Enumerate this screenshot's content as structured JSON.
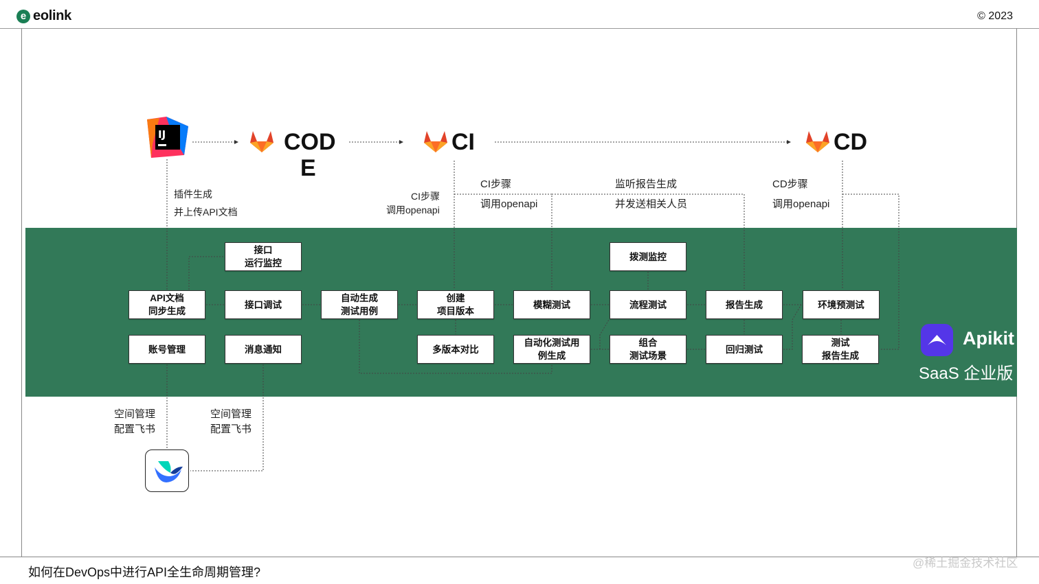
{
  "header": {
    "logo_mark": "e",
    "logo_text": "eolink",
    "copyright": "© 2023"
  },
  "pipeline": {
    "code_label_line1": "COD",
    "code_label_line2": "E",
    "ci_label": "CI",
    "cd_label": "CD"
  },
  "annotations": {
    "plugin_line1": "插件生成",
    "plugin_line2": "并上传API文档",
    "ci_steps_a_line1": "CI步骤",
    "ci_steps_a_line2": "调用openapi",
    "ci_steps_b_line1": "CI步骤",
    "ci_steps_b_line2": "调用openapi",
    "monitor_line1": "监听报告生成",
    "monitor_line2": "并发送相关人员",
    "cd_steps_line1": "CD步骤",
    "cd_steps_line2": "调用openapi",
    "space_a_line1": "空间管理",
    "space_a_line2": "配置飞书",
    "space_b_line1": "空间管理",
    "space_b_line2": "配置飞书"
  },
  "boxes": {
    "api_run_monitor": "接口\n运行监控",
    "api_doc_sync": "API文档\n同步生成",
    "api_debug": "接口调试",
    "auto_testcase": "自动生成\n测试用例",
    "create_version": "创建\n项目版本",
    "fuzz_test": "模糊测试",
    "probe_monitor": "拨测监控",
    "flow_test": "流程测试",
    "report_gen": "报告生成",
    "env_pretest": "环境预测试",
    "account_mgmt": "账号管理",
    "message_notify": "消息通知",
    "version_compare": "多版本对比",
    "auto_test_gen": "自动化测试用\n例生成",
    "combo_scenario": "组合\n测试场景",
    "regression_test": "回归测试",
    "test_report_gen": "测试\n报告生成"
  },
  "apikit": {
    "name": "Apikit",
    "edition": "SaaS 企业版"
  },
  "footer": {
    "title": "如何在DevOps中进行API全生命周期管理?",
    "watermark": "@稀土掘金技术社区"
  },
  "colors": {
    "band": "#327958",
    "apikit_purple": "#5436e8",
    "gitlab_orange": "#fc6d26",
    "eolink_green": "#1a7f55"
  },
  "icons": [
    "intellij-icon",
    "gitlab-icon",
    "apikit-icon",
    "feishu-icon"
  ]
}
